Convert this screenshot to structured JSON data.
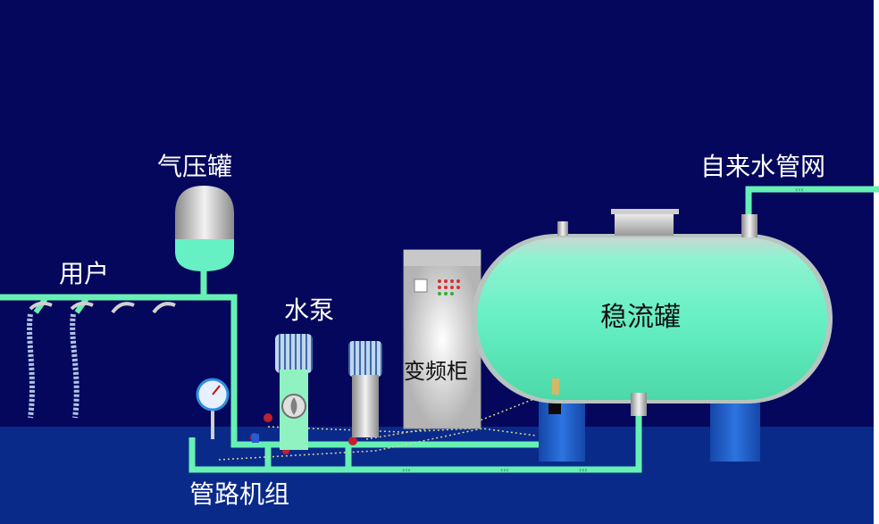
{
  "labels": {
    "pressure_tank": "气压罐",
    "users": "用户",
    "water_pump": "水泵",
    "municipal_supply": "自来水管网",
    "stabilizer_tank": "稳流罐",
    "vfd_cabinet": "变频柜",
    "pipeline_unit": "管路机组"
  },
  "colors": {
    "background": "#05075c",
    "floor": "#0a2a8a",
    "pipe": "#66f0b4",
    "tank_body": "#66f0c4",
    "stand": "#1b56c4",
    "cabinet": "#d8d8d8"
  }
}
